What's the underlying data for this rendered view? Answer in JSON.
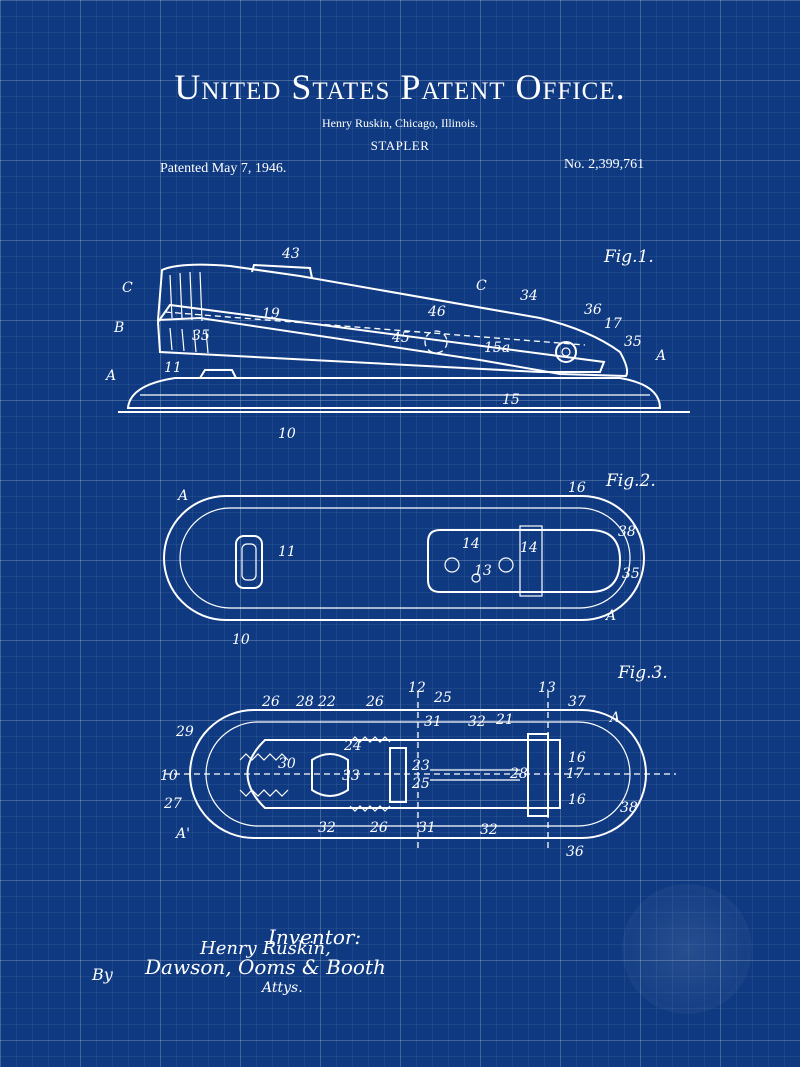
{
  "header": {
    "office": "United States Patent Office.",
    "inventor_line": "Henry Ruskin, Chicago, Illinois.",
    "title": "STAPLER",
    "patented": "Patented May 7, 1946.",
    "number": "No. 2,399,761"
  },
  "figures": {
    "fig1": {
      "label": "Fig.1.",
      "callouts": {
        "c_left": "C",
        "c_mid": "C",
        "b": "B",
        "a_left": "A",
        "a_right": "A",
        "n43": "43",
        "n19": "19",
        "n35a": "35",
        "n46": "46",
        "n45": "45",
        "n15a": "15a",
        "n34": "34",
        "n36": "36",
        "n17": "17",
        "n35b": "35",
        "n11": "11",
        "n15": "15",
        "n10": "10"
      }
    },
    "fig2": {
      "label": "Fig.2.",
      "callouts": {
        "a_top": "A",
        "n11": "11",
        "n16": "16",
        "n14a": "14",
        "n14b": "14",
        "n13": "13",
        "n38": "38",
        "n35": "35",
        "a_right": "A",
        "n10": "10"
      }
    },
    "fig3": {
      "label": "Fig.3.",
      "callouts": {
        "n26a": "26",
        "n28a": "28",
        "n22": "22",
        "n26b": "26",
        "n12": "12",
        "n25a": "25",
        "n13": "13",
        "n37": "37",
        "a_top": "A",
        "n29": "29",
        "n24": "24",
        "n31a": "31",
        "n32a": "32",
        "n21": "21",
        "n30": "30",
        "n10": "10",
        "n23": "23",
        "n33": "33",
        "n25b": "25",
        "n28b": "28",
        "n17": "17",
        "n27": "27",
        "n16a": "16",
        "n16b": "16",
        "n38": "38",
        "a_bot": "A'",
        "n32b": "32",
        "n26c": "26",
        "n31b": "31",
        "n32c": "32",
        "n36": "36"
      }
    }
  },
  "signature": {
    "inventor_label": "Inventor:",
    "inventor_name": "Henry Ruskin,",
    "by": "By",
    "attorneys": "Dawson, Ooms & Booth",
    "atty_label": "Attys."
  },
  "colors": {
    "background": "#0f3a82",
    "ink": "#ffffff"
  }
}
